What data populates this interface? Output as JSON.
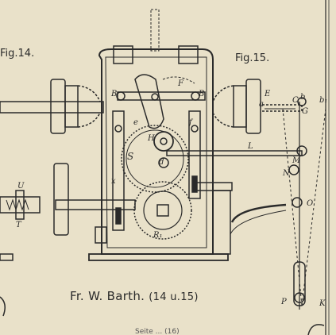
{
  "figures": {
    "fig14": "Fig.14.",
    "fig15": "Fig.15."
  },
  "caption": {
    "maker": "Fr. W. Barth.",
    "range": "(14 u.15)"
  },
  "footer": "Seite ... (16)",
  "labels": {
    "F": "F",
    "B_left": "B",
    "B_right": "B",
    "E": "E",
    "a": "a",
    "b": "b",
    "b1": "b₁",
    "C": "C",
    "G": "G",
    "H": "H",
    "L": "L",
    "S": "S",
    "d": "d",
    "M": "M",
    "N": "N",
    "O": "O",
    "R1": "R₁",
    "U": "U",
    "T": "T",
    "P": "P",
    "K": "K",
    "x": "x",
    "e": "e",
    "f": "f"
  },
  "colors": {
    "paper": "#e9e1c9",
    "ink": "#2a2a2a"
  }
}
